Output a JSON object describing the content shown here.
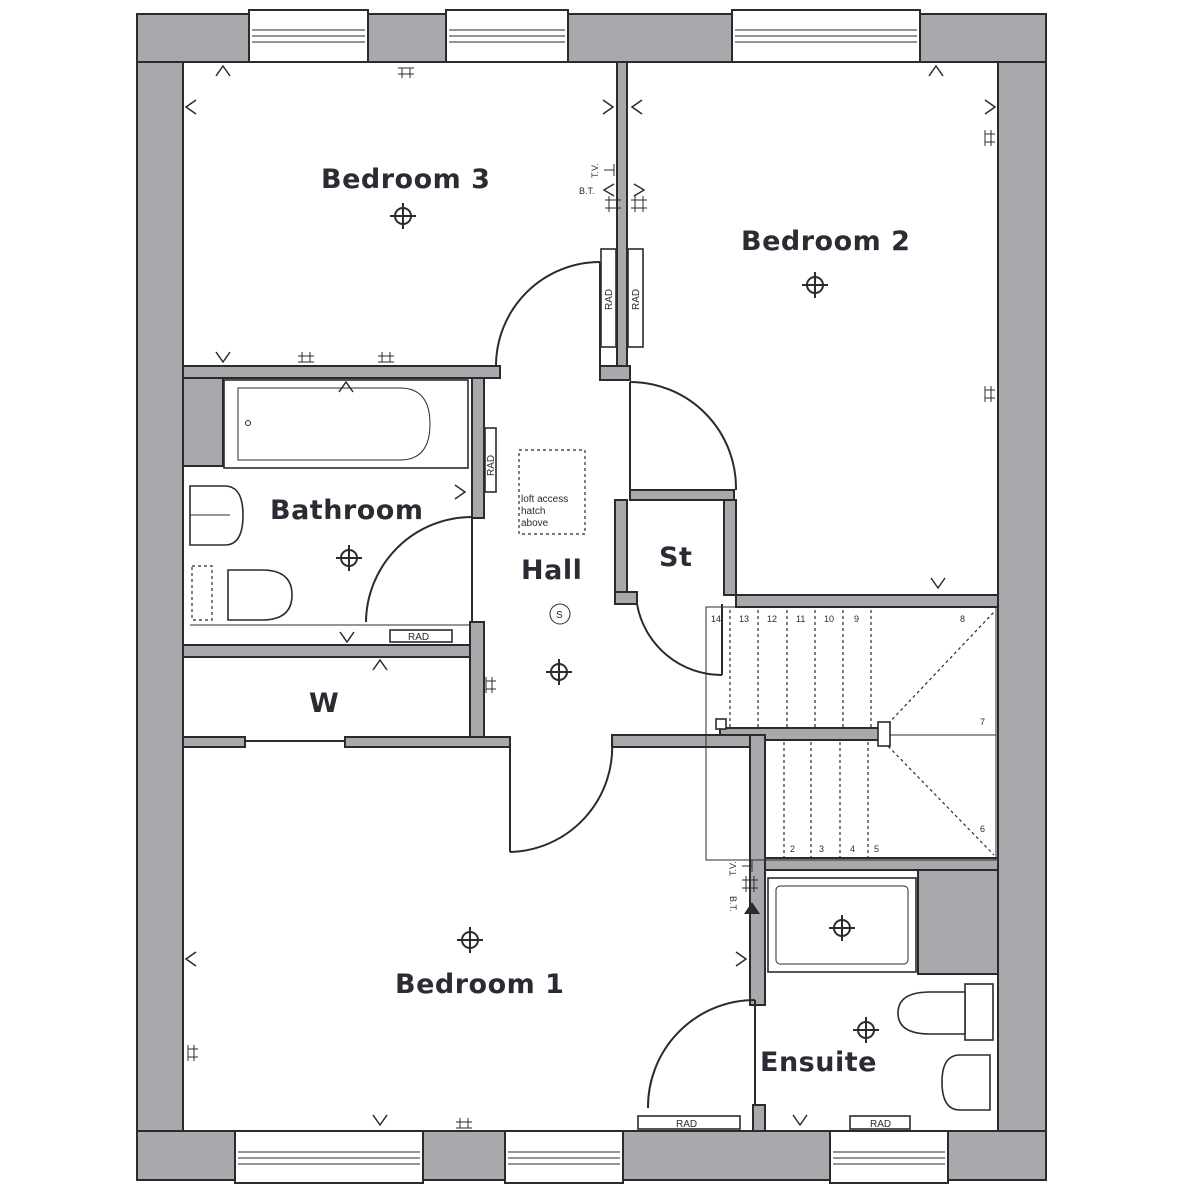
{
  "rooms": {
    "bedroom3": "Bedroom 3",
    "bedroom2": "Bedroom 2",
    "bathroom": "Bathroom",
    "hall": "Hall",
    "store": "St",
    "wardrobe": "W",
    "bedroom1": "Bedroom 1",
    "ensuite": "Ensuite"
  },
  "annotations": {
    "loft_line1": "loft access",
    "loft_line2": "hatch",
    "loft_line3": "above",
    "smoke": "S",
    "tv": "T.V.",
    "bt": "B.T."
  },
  "radiator_label": "RAD",
  "stairs": {
    "top_steps": [
      "14",
      "13",
      "12",
      "11",
      "10",
      "9"
    ],
    "bottom_steps": [
      "2",
      "3",
      "4",
      "5"
    ],
    "winder_steps": [
      "8",
      "7",
      "6"
    ]
  },
  "colors": {
    "wall": "#a7a9ac",
    "line": "#2b2b2b",
    "label": "#2b2b33"
  }
}
